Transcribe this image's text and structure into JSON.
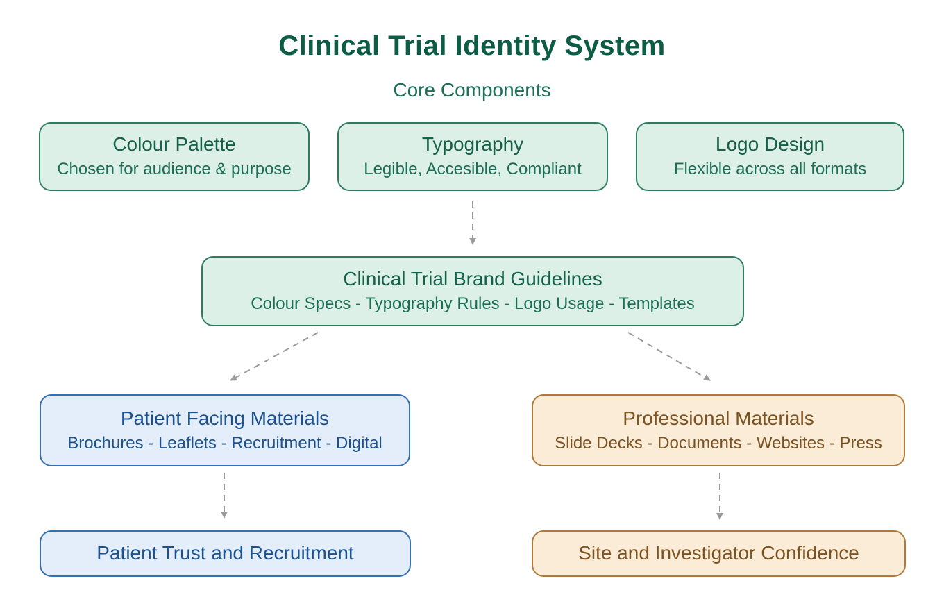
{
  "header": {
    "title": "Clinical Trial Identity System",
    "subtitle": "Core Components"
  },
  "nodes": {
    "colour_palette": {
      "title": "Colour Palette",
      "subtitle": "Chosen for audience & purpose"
    },
    "typography": {
      "title": "Typography",
      "subtitle": "Legible, Accesible, Compliant"
    },
    "logo_design": {
      "title": "Logo Design",
      "subtitle": "Flexible across all formats"
    },
    "guidelines": {
      "title": "Clinical Trial Brand Guidelines",
      "subtitle": "Colour Specs - Typography Rules - Logo Usage - Templates"
    },
    "patient_materials": {
      "title": "Patient Facing Materials",
      "subtitle": "Brochures - Leaflets - Recruitment - Digital"
    },
    "professional_materials": {
      "title": "Professional Materials",
      "subtitle": "Slide Decks - Documents - Websites - Press"
    },
    "patient_trust": {
      "title": "Patient Trust and Recruitment"
    },
    "site_confidence": {
      "title": "Site and Investigator Confidence"
    }
  },
  "colors": {
    "title_green": "#0d5c45",
    "subtitle_green": "#1d6f58",
    "green_fill": "#ddf0e7",
    "green_border": "#2e7d62",
    "green_text": "#15604a",
    "green_text_sub": "#1d6e57",
    "blue_fill": "#e4eefa",
    "blue_border": "#3470b4",
    "blue_text": "#1c5190",
    "tan_fill": "#faecd7",
    "tan_border": "#b07a3a",
    "tan_text": "#7d5322",
    "arrow_gray": "#9b9b9b"
  }
}
